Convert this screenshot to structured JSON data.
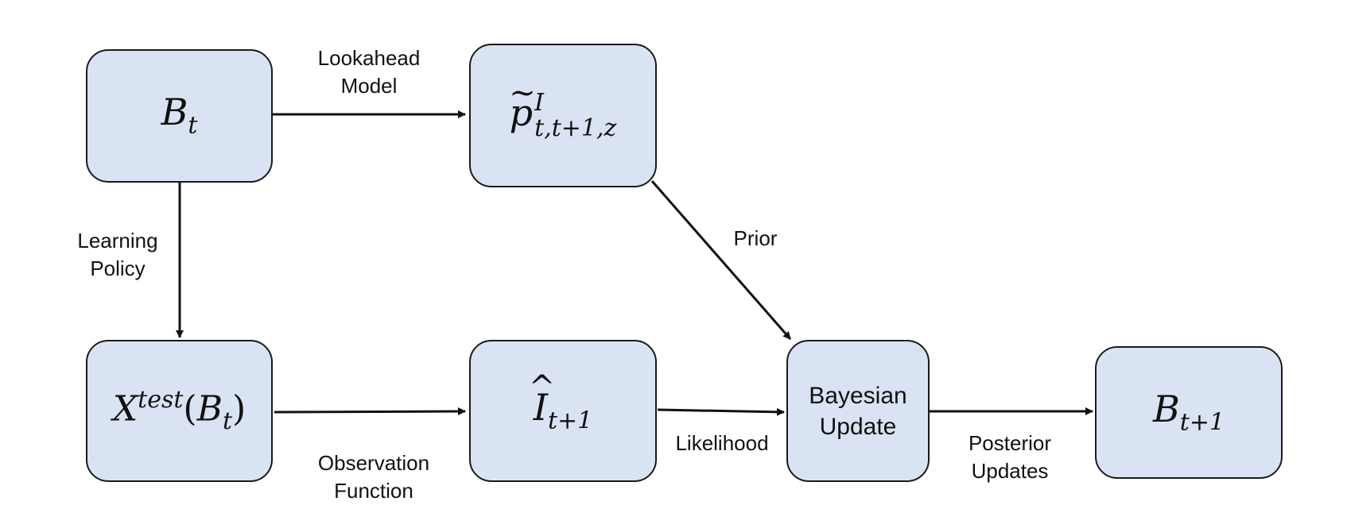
{
  "nodes": {
    "bt": {
      "base": "B",
      "sub": "t"
    },
    "ptilde": {
      "base": "p",
      "accent": "~",
      "sup": "I",
      "sub": "t,t+1,z"
    },
    "xtest": {
      "base": "X",
      "sup": "test",
      "arg_open": "(",
      "arg_base": "B",
      "arg_sub": "t",
      "arg_close": ")"
    },
    "ihat": {
      "base": "I",
      "accent": "^",
      "sub": "t+1"
    },
    "bayes": {
      "line1": "Bayesian",
      "line2": "Update"
    },
    "bt1": {
      "base": "B",
      "sub": "t+1"
    }
  },
  "edges": {
    "lookahead": {
      "line1": "Lookahead",
      "line2": "Model"
    },
    "learning": {
      "line1": "Learning",
      "line2": "Policy"
    },
    "prior": {
      "line1": "Prior"
    },
    "observation": {
      "line1": "Observation",
      "line2": "Function"
    },
    "likelihood": {
      "line1": "Likelihood"
    },
    "posterior": {
      "line1": "Posterior",
      "line2": "Updates"
    }
  },
  "colors": {
    "node_fill": "#dae3f3",
    "stroke": "#1a1a1a"
  }
}
